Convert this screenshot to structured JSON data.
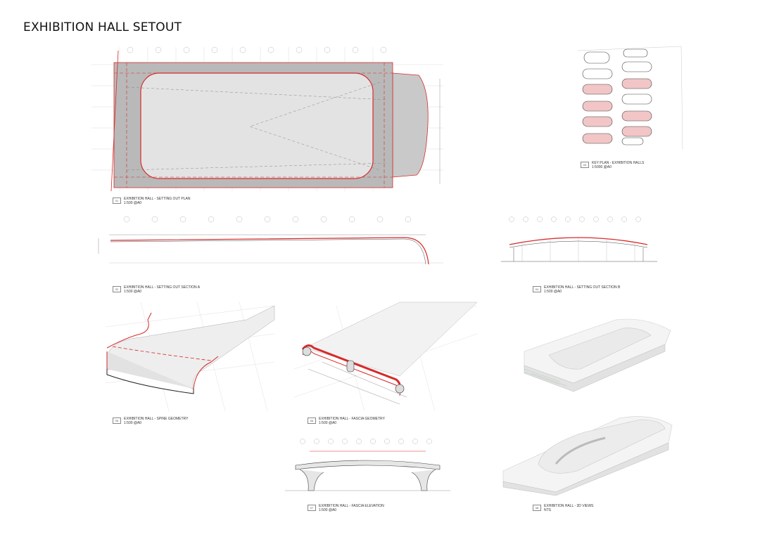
{
  "sheet": {
    "title": "EXHIBITION HALL SETOUT"
  },
  "drawings": [
    {
      "id": "01",
      "name": "EXHIBITION HALL - SETTING OUT PLAN",
      "scale": "1:500 @A0"
    },
    {
      "id": "02",
      "name": "EXHIBITION HALL - SETTING OUT SECTION A",
      "scale": "1:500 @A0"
    },
    {
      "id": "03",
      "name": "KEY PLAN - EXHIBITION HALLS",
      "scale": "1:5000 @A0"
    },
    {
      "id": "04",
      "name": "EXHIBITION HALL - SETTING OUT SECTION B",
      "scale": "1:500 @A0"
    },
    {
      "id": "05",
      "name": "EXHIBITION HALL - SPINE GEOMETRY",
      "scale": "1:500 @A0"
    },
    {
      "id": "06",
      "name": "EXHIBITION HALL - FASCIA GEOMETRY",
      "scale": "1:500 @A0"
    },
    {
      "id": "07",
      "name": "EXHIBITION HALL - FASCIA ELEVATION",
      "scale": "1:500 @A0"
    },
    {
      "id": "08",
      "name": "EXHIBITION HALL - 3D VIEWS",
      "scale": "NTS"
    }
  ],
  "colors": {
    "accent": "#d62b2b",
    "highlight": "#f2c6c6",
    "grid": "#c8c8c8",
    "fill": "#dedede"
  }
}
